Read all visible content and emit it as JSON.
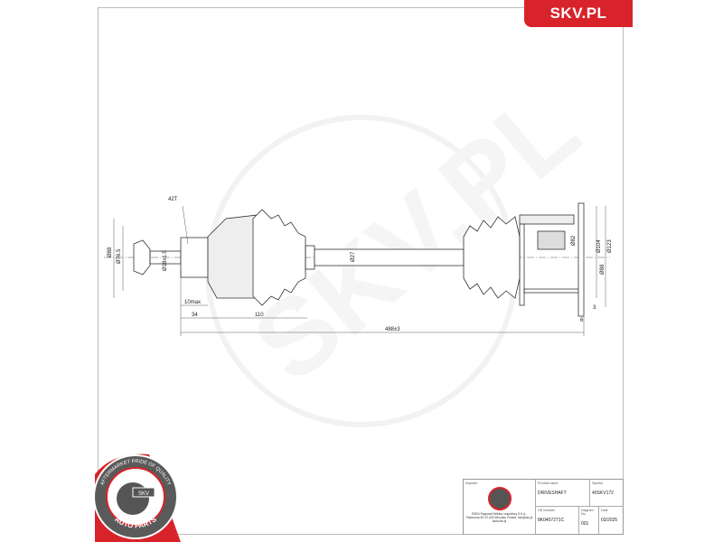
{
  "brand": {
    "logo_text": "SKV.PL",
    "color": "#d8232a"
  },
  "watermark": "SKV.PL",
  "drawing": {
    "labels": {
      "teeth": "42T",
      "dia_outer_left": "Ø88",
      "dia_left_2": "Ø76.5",
      "dia_spline": "Ø18x1.5",
      "dia_shaft": "Ø27",
      "dia_inner_right": "Ø82",
      "dia_flange_1": "Ø104",
      "dia_flange_2": "Ø123",
      "dia_flange_3": "Ø88",
      "len_10max": "10max",
      "len_34": "34",
      "len_110": "110",
      "total_length": "488±3",
      "flange_3": "3",
      "flange_6": "6"
    }
  },
  "badge": {
    "ring_text": "AFTERMARKET PRIDE OF QUALITY",
    "center": "SKV",
    "bottom": "AUTO PARTS"
  },
  "title_block": {
    "importer_label": "Importer",
    "importer_text": "ESEN Rogowski Wielka i wspólnicy S.K.A., Pasieczna 49, 67-000 Wrocław, Poland, info@skv.pl www.skv.pl",
    "product_name_label": "Product name",
    "product_name": "DRIVESHAFT",
    "symbol_label": "Symbol",
    "symbol": "40SKV172",
    "oe_label": "OE Number",
    "oe": "8K0407271C",
    "diagram_label": "Diagram No.",
    "diagram_no": "001",
    "date_label": "Date",
    "date": "03/2025"
  }
}
